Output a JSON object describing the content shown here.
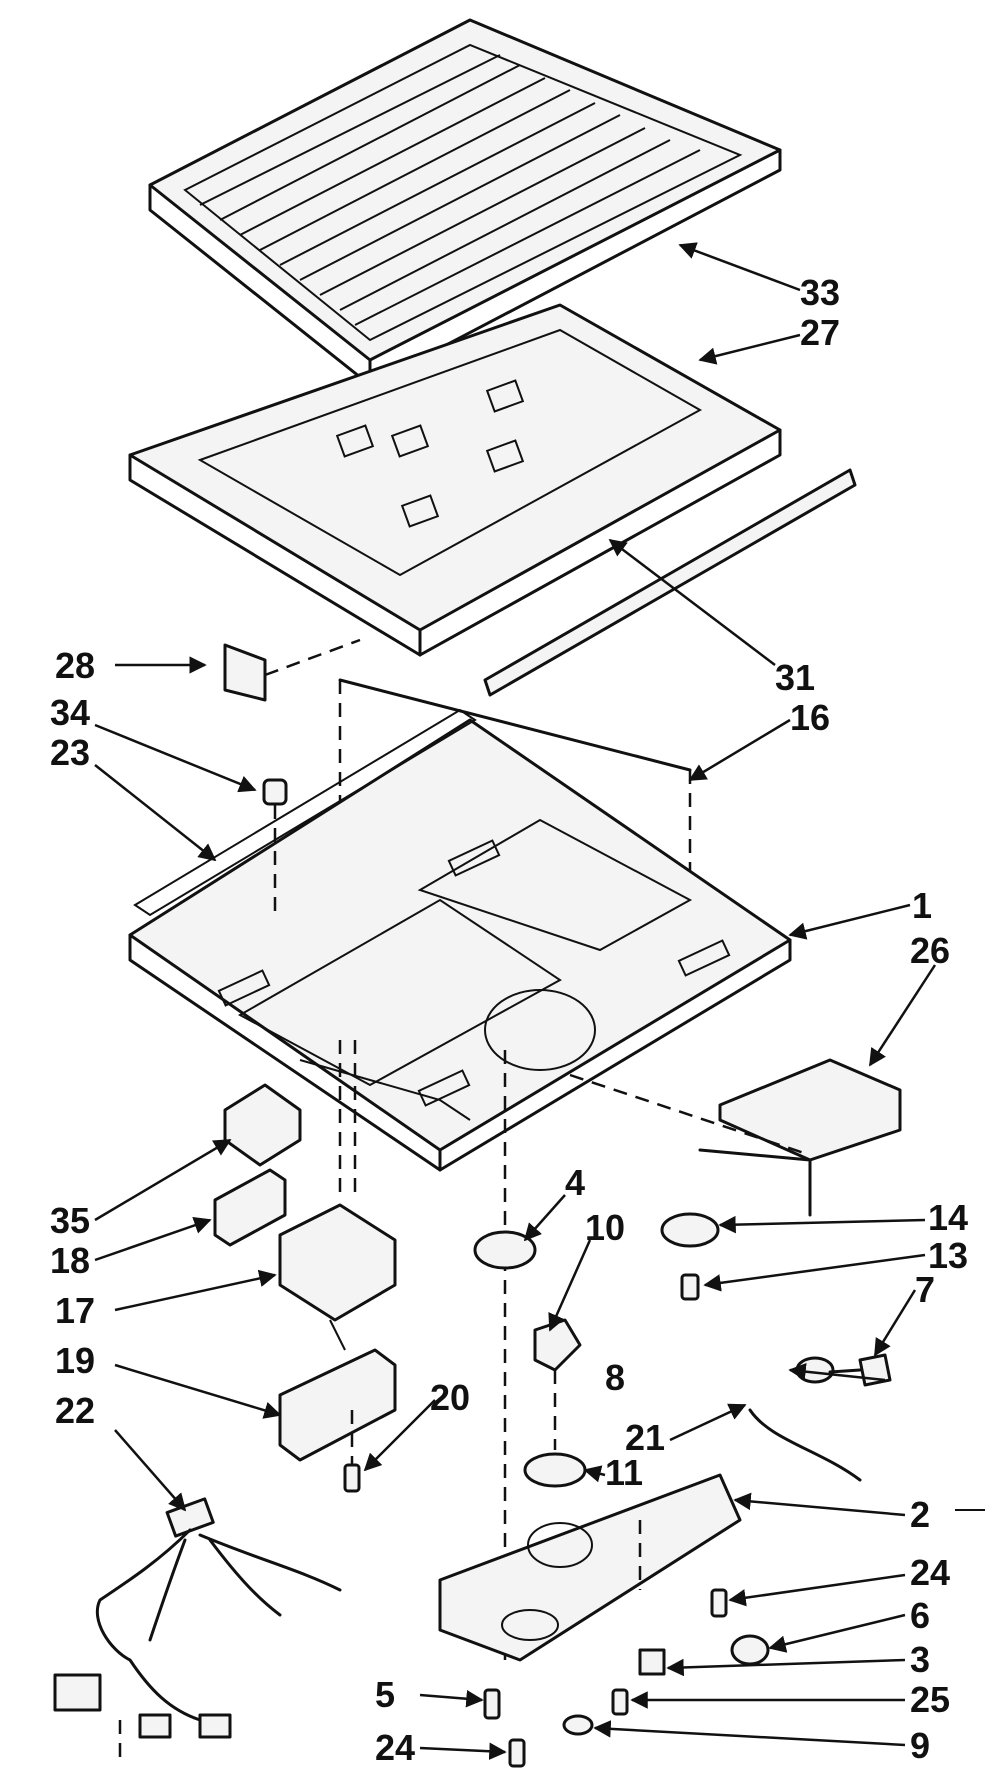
{
  "callouts": {
    "p33": "33",
    "p27": "27",
    "p31": "31",
    "p16": "16",
    "p28": "28",
    "p34": "34",
    "p23": "23",
    "p1": "1",
    "p26": "26",
    "p35": "35",
    "p18": "18",
    "p17": "17",
    "p19": "19",
    "p22": "22",
    "p20": "20",
    "p4": "4",
    "p10": "10",
    "p14": "14",
    "p13": "13",
    "p7": "7",
    "p8": "8",
    "p11": "11",
    "p21": "21",
    "p2": "2",
    "p24a": "24",
    "p6": "6",
    "p3": "3",
    "p25": "25",
    "p5": "5",
    "p24b": "24",
    "p9": "9"
  },
  "colors": {
    "ink": "#111111",
    "paper": "#ffffff"
  }
}
